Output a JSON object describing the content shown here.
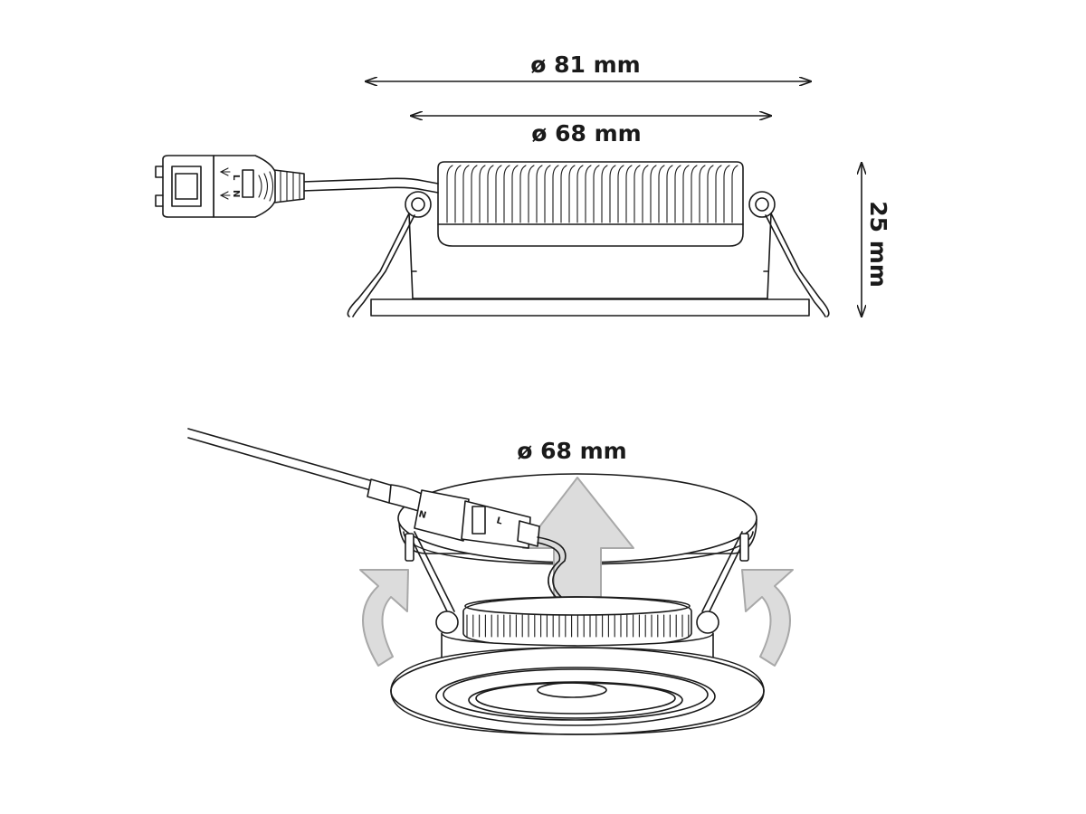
{
  "dimensions": {
    "outer_diameter": "ø 81 mm",
    "inner_diameter": "ø 68 mm",
    "height": "25 mm",
    "cutout_diameter": "ø 68 mm"
  },
  "connector": {
    "pin_l": "L",
    "pin_n": "N"
  },
  "colors": {
    "line": "#1a1a1a",
    "motion_arrow_fill": "#dcdcdc",
    "motion_arrow_stroke": "#a8a8a8"
  },
  "icons": [
    "double-arrow-icon",
    "rotate-arrow-icon",
    "up-arrow-icon"
  ]
}
